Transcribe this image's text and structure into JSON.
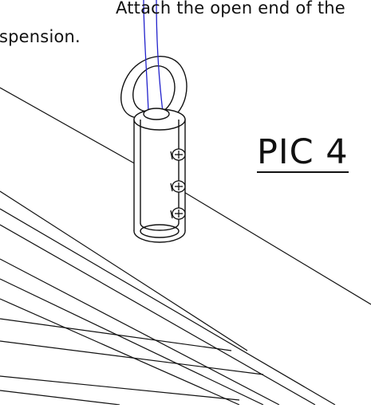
{
  "instruction": {
    "line1": "Attach the open end of the",
    "line2": "spension."
  },
  "figure_label": "PIC 4",
  "colors": {
    "stroke": "#111111",
    "cable": "#2222cc",
    "background": "#ffffff"
  }
}
